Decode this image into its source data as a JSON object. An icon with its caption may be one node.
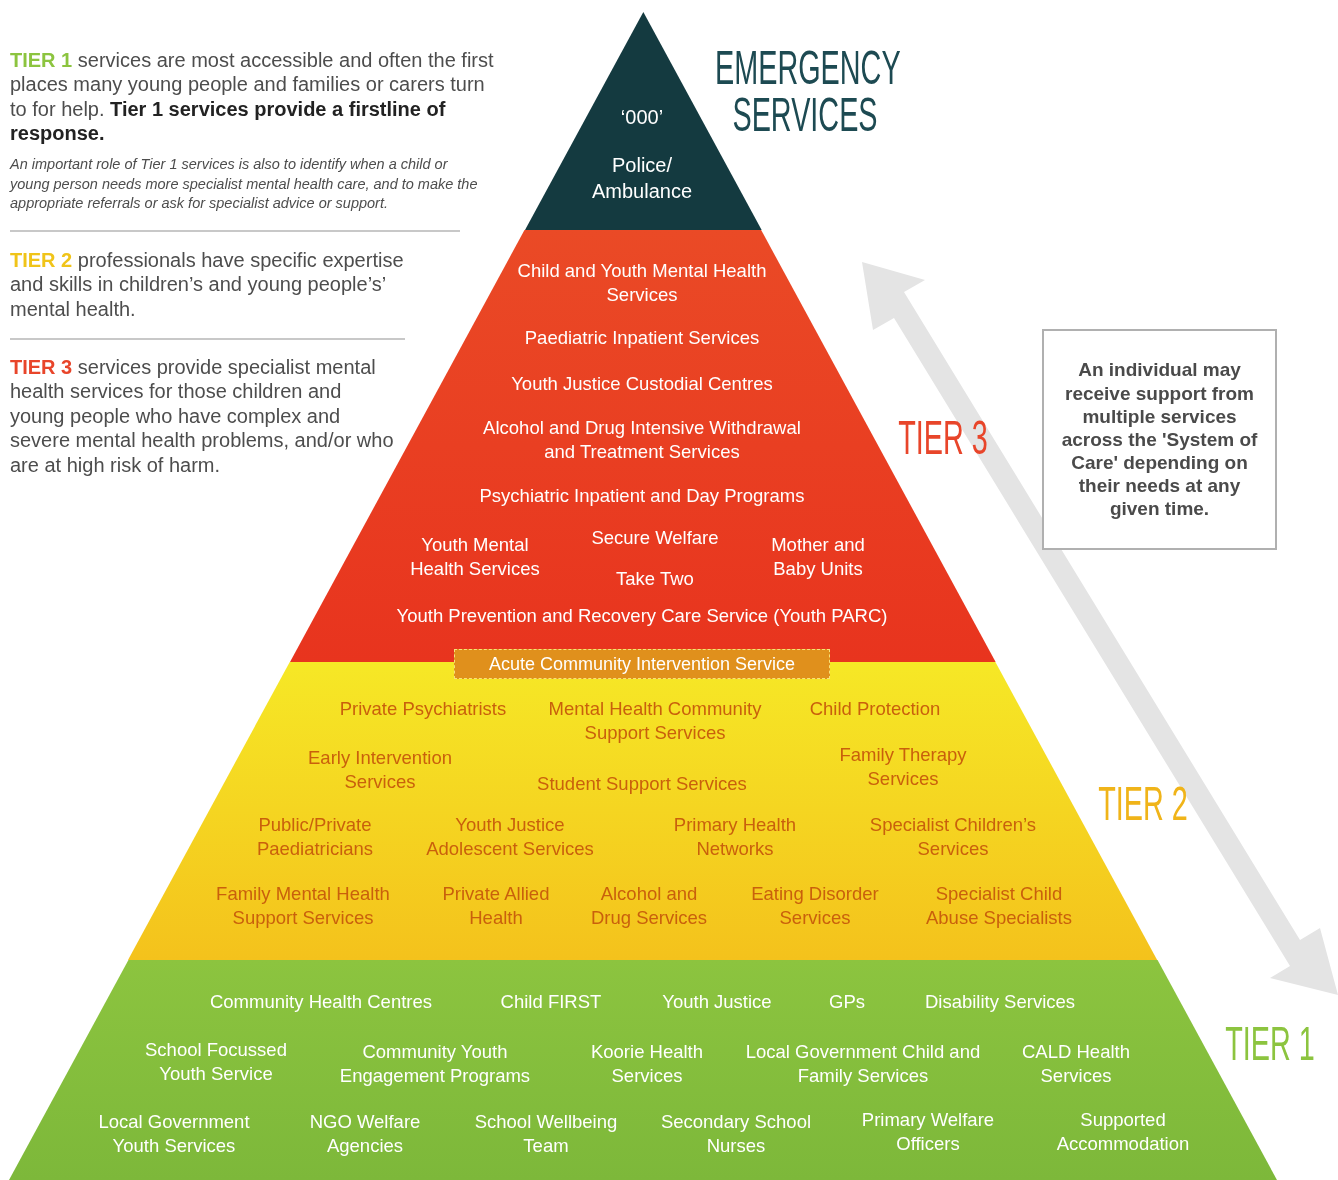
{
  "diagram": {
    "nodes": [
      {
        "text": [
          "‘000’",
          "Police/ Ambulance"
        ],
        "beside": [
          "EMERGENCY SERVICES"
        ]
      },
      {
        "text": [
          "Child and Youth Mental Health Services",
          "Paediatric Inpatient Services",
          "Youth Justice Custodial Centres",
          "Alcohol and Drug Intensive Withdrawal and Treatment Services",
          "Psychiatric Inpatient and Day Programs",
          "Youth Mental Health Services",
          "Secure Welfare",
          "Take Two",
          "Mother and Baby Units",
          "Youth Prevention and Recovery Care Service (Youth PARC)"
        ],
        "beside": [
          "TIER 3"
        ]
      },
      {
        "text": [
          "Acute Community Intervention Service"
        ]
      },
      {
        "text": [
          "Private Psychiatrists",
          "Mental Health Community Support Services",
          "Child Protection",
          "Early Intervention Services",
          "Family Therapy Services",
          "Student Support Services",
          "Public/Private Paediatricians",
          "Youth Justice Adolescent Services",
          "Primary Health Networks",
          "Specialist Children’s Services",
          "Family Mental Health Support Services",
          "Private Allied Health",
          "Alcohol and Drug Services",
          "Eating Disorder Services",
          "Specialist Child Abuse Specialists"
        ],
        "beside": [
          "TIER 2"
        ]
      },
      {
        "text": [
          "Community Health Centres",
          "Child FIRST",
          "Youth Justice",
          "GPs",
          "Disability Services",
          "School Focussed Youth Service",
          "Community Youth Engagement Programs",
          "Koorie Health Services",
          "Local Government Child and Family Services",
          "CALD Health Services",
          "Local Government Youth Services",
          "NGO Welfare Agencies",
          "School Wellbeing Team",
          "Secondary School Nurses",
          "Primary Welfare Officers",
          "Supported Accommodation"
        ],
        "beside": [
          "TIER 1"
        ]
      },
      {
        "text": [
          "An individual may receive support from multiple services across the 'System of Care' depending on their needs at any given time."
        ]
      }
    ],
    "labels": [
      "**TIER 1** services are most accessible and often the first places many young people and families or carers turn to for help. **Tier 1 services provide a firstline of response.**",
      "An important role of Tier 1 services is also to identify when a child or young person needs more specialist mental health care, and to make the appropriate referrals or ask for specialist advice or support.",
      "**TIER 2** professionals have specific expertise and skills in children’s and young people’s’ mental health.",
      "**TIER 3** services provide specialist mental health services for those children and young people who have complex and severe mental health problems, and/or who are at high risk of harm."
    ]
  }
}
